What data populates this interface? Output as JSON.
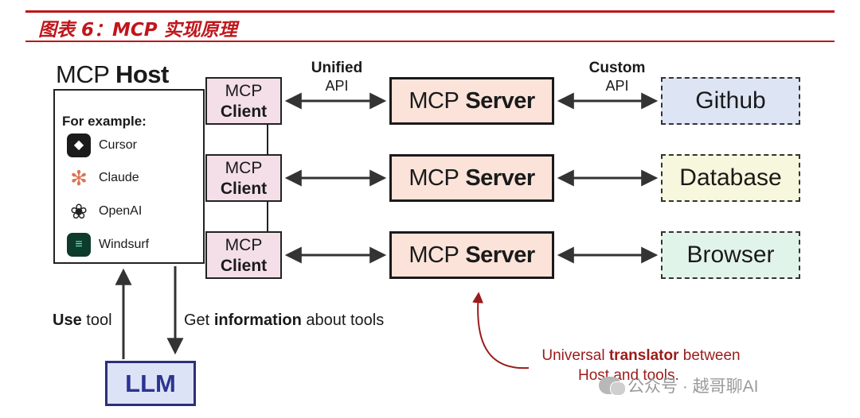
{
  "figure": {
    "title": "图表 6：MCP 实现原理",
    "accent_color": "#c0161b"
  },
  "host": {
    "title_regular": "MCP",
    "title_bold": "Host",
    "examples_heading": "For example:",
    "apps": [
      {
        "label": "Cursor",
        "icon": "cursor-icon"
      },
      {
        "label": "Claude",
        "icon": "claude-icon"
      },
      {
        "label": "OpenAI",
        "icon": "openai-icon"
      },
      {
        "label": "Windsurf",
        "icon": "windsurf-icon"
      }
    ]
  },
  "clients": [
    {
      "line1": "MCP",
      "line2": "Client"
    },
    {
      "line1": "MCP",
      "line2": "Client"
    },
    {
      "line1": "MCP",
      "line2": "Client"
    }
  ],
  "servers": [
    {
      "regular": "MCP",
      "bold": "Server"
    },
    {
      "regular": "MCP",
      "bold": "Server"
    },
    {
      "regular": "MCP",
      "bold": "Server"
    }
  ],
  "tools": [
    {
      "label": "Github",
      "fill": "#dde5f5"
    },
    {
      "label": "Database",
      "fill": "#f6f7dc"
    },
    {
      "label": "Browser",
      "fill": "#e1f4ea"
    }
  ],
  "edge_labels": {
    "unified_bold": "Unified",
    "unified_sub": "API",
    "custom_bold": "Custom",
    "custom_sub": "API"
  },
  "llm": {
    "label": "LLM",
    "use_tool_bold": "Use",
    "use_tool_rest": "tool",
    "get_info_pre": "Get",
    "get_info_bold": "information",
    "get_info_post": "about tools"
  },
  "annotation": {
    "pre": "Universal",
    "bold": "translator",
    "post": "between",
    "line2": "Host and tools."
  },
  "watermark": {
    "text": "公众号 · 越哥聊AI"
  }
}
